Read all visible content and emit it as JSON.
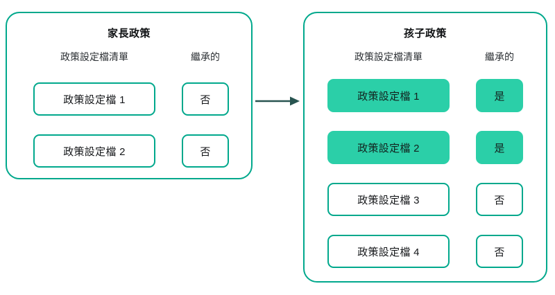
{
  "colors": {
    "panel_border": "#00a88c",
    "chip_border": "#00a88c",
    "chip_filled_fill": "#2bcfa8",
    "arrow": "#285450",
    "text": "#15171a",
    "background": "#ffffff"
  },
  "arrow": {
    "name": "inheritance-arrow",
    "direction": "right",
    "color": "#285450"
  },
  "panels": [
    {
      "id": "parent",
      "title": "家長政策",
      "headers": {
        "profiles": "政策設定檔清單",
        "inherited": "繼承的"
      },
      "rows": [
        {
          "profile": "政策設定檔 1",
          "inherited": "否",
          "highlighted": false
        },
        {
          "profile": "政策設定檔 2",
          "inherited": "否",
          "highlighted": false
        }
      ]
    },
    {
      "id": "child",
      "title": "孩子政策",
      "headers": {
        "profiles": "政策設定檔清單",
        "inherited": "繼承的"
      },
      "rows": [
        {
          "profile": "政策設定檔 1",
          "inherited": "是",
          "highlighted": true
        },
        {
          "profile": "政策設定檔 2",
          "inherited": "是",
          "highlighted": true
        },
        {
          "profile": "政策設定檔 3",
          "inherited": "否",
          "highlighted": false
        },
        {
          "profile": "政策設定檔 4",
          "inherited": "否",
          "highlighted": false
        }
      ]
    }
  ]
}
